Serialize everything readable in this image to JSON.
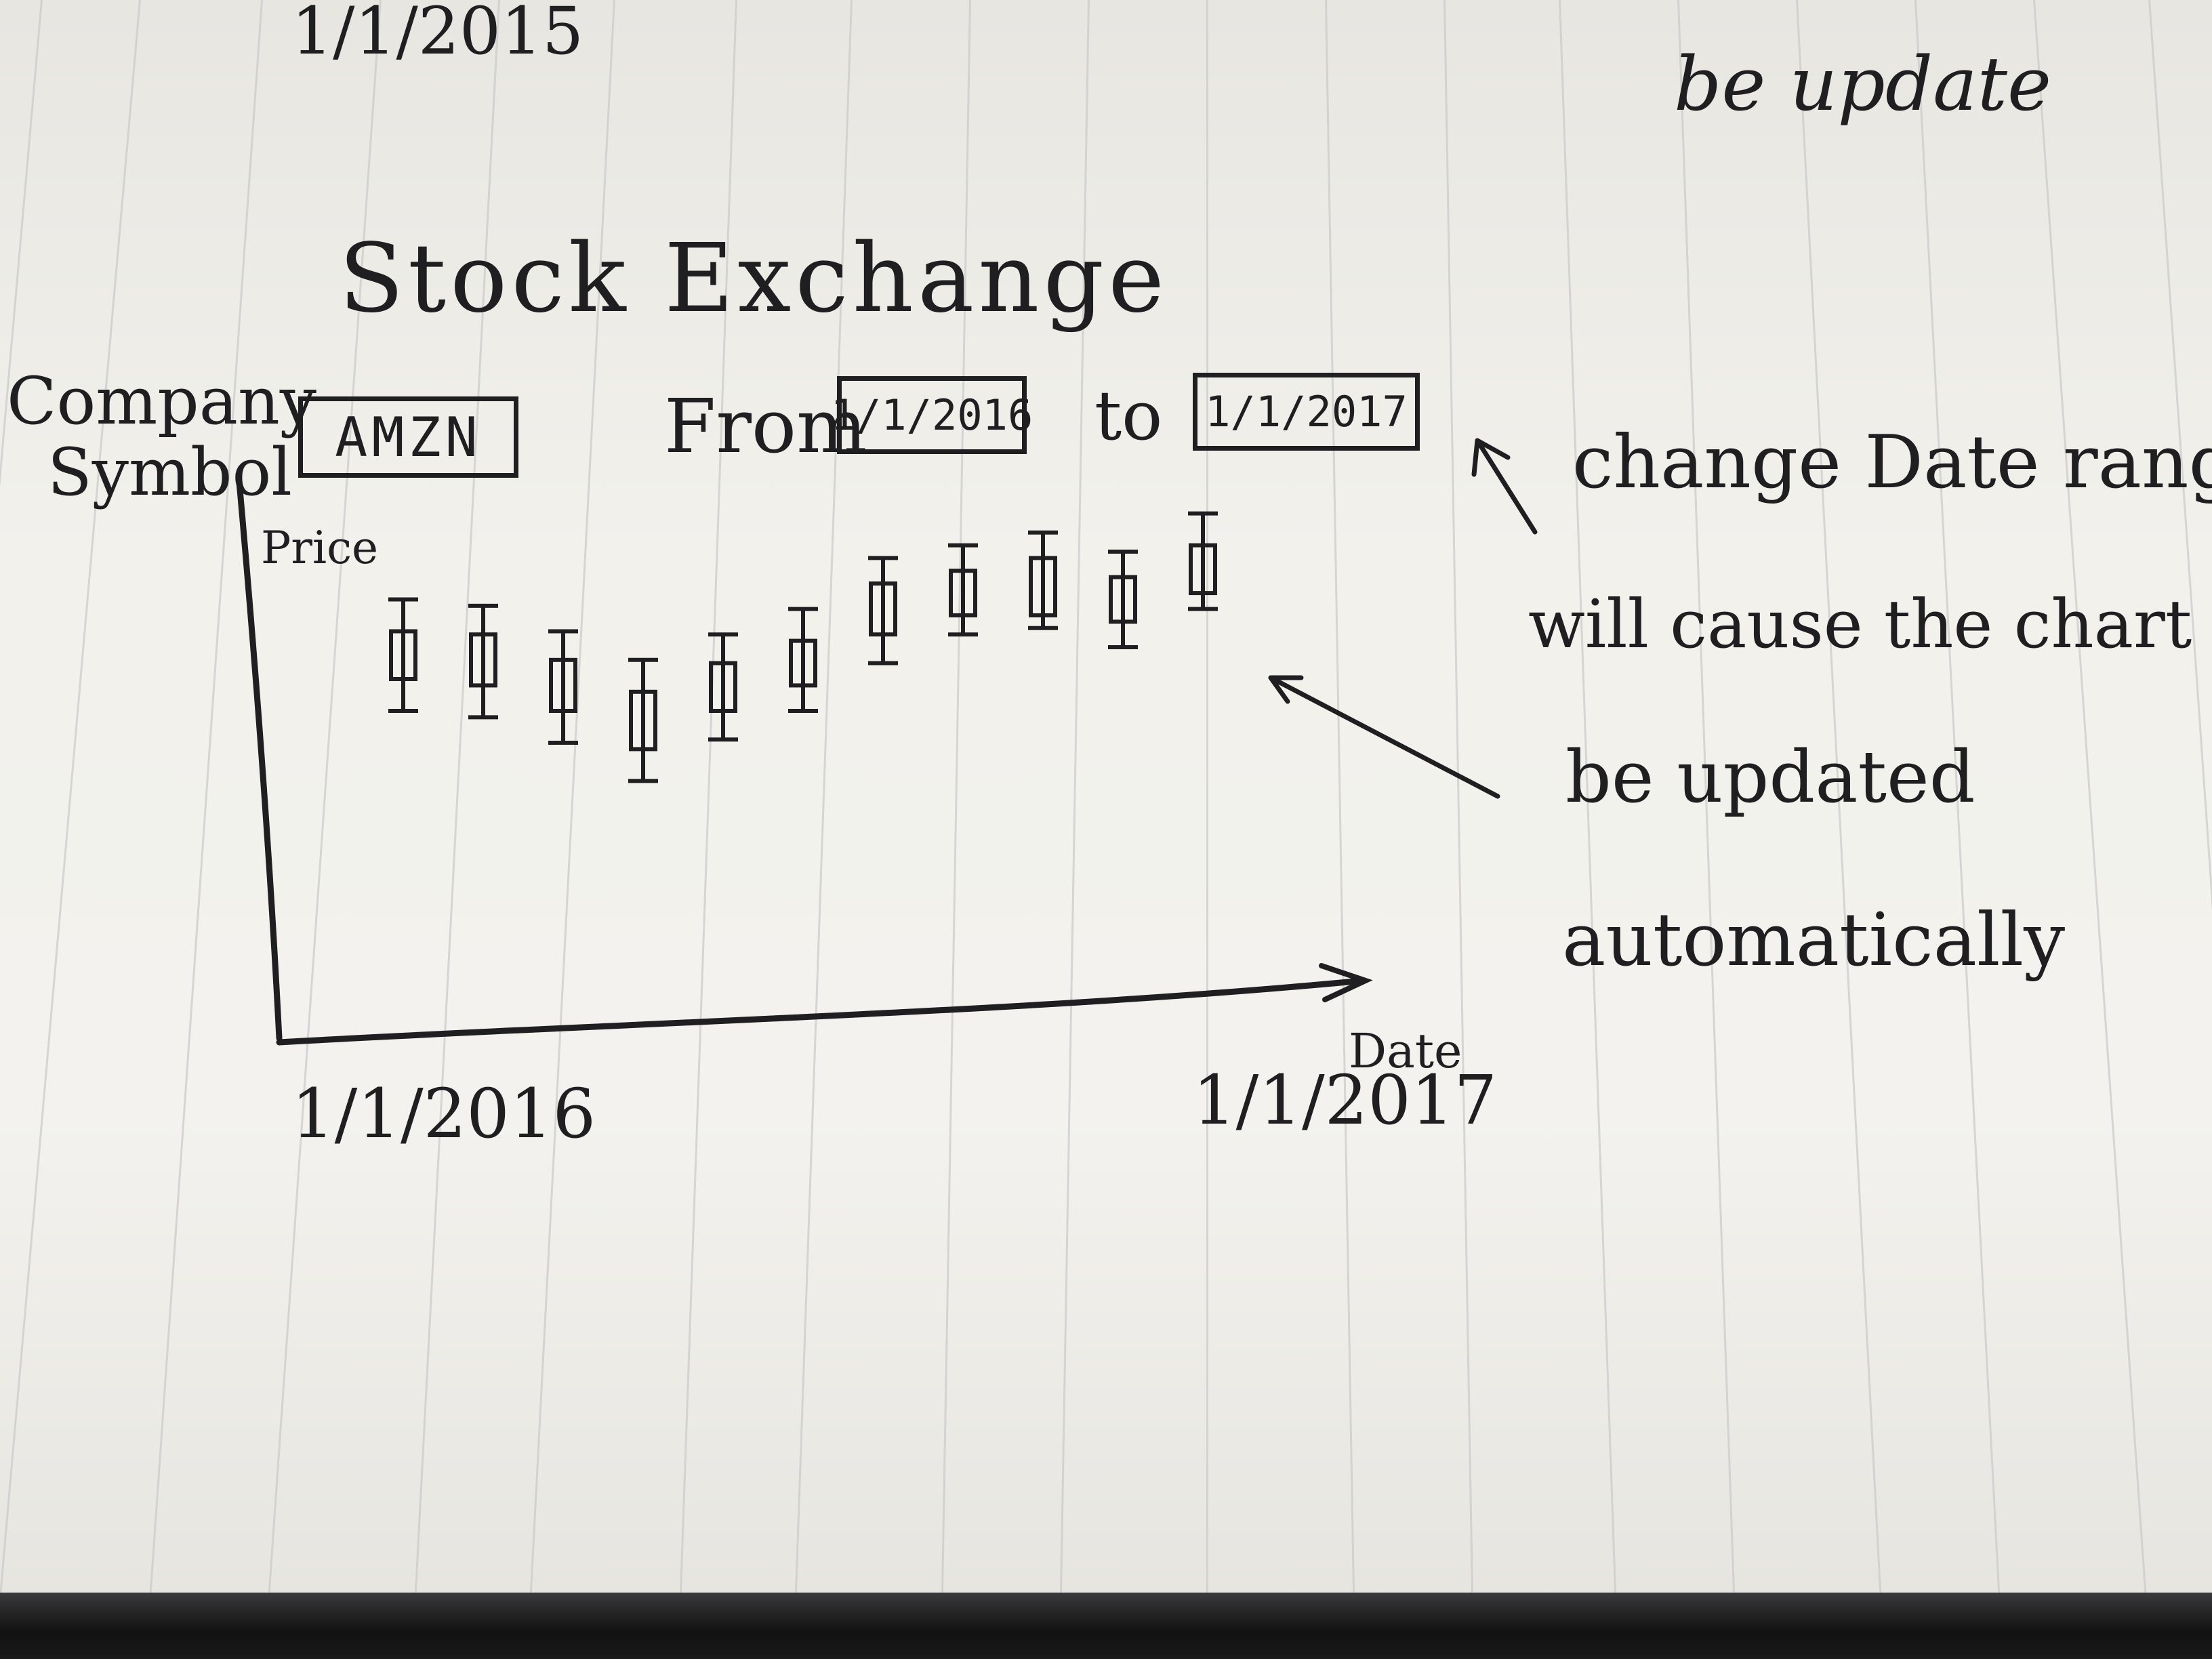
{
  "header_fragments": {
    "top_left_date": "1/1/2015",
    "top_right_note": "be update"
  },
  "app": {
    "title": "Stock Exchange"
  },
  "controls": {
    "company_symbol_label_line1": "Company",
    "company_symbol_label_line2": "Symbol",
    "company_symbol_value": "AMZN",
    "from_label": "From",
    "from_date": "1/1/2016",
    "to_label": "to",
    "to_date": "1/1/2017"
  },
  "annotations": {
    "date_range_note": "change Date range",
    "chart_note_line1": "will cause the chart",
    "chart_note_line2": "be updated",
    "chart_note_line3": "automatically"
  },
  "chart_data": {
    "type": "candlestick",
    "title": "",
    "ylabel": "Price",
    "xlabel": "Date",
    "x_start_label": "1/1/2016",
    "x_end_label": "1/1/2017",
    "grid": false,
    "candles": [
      {
        "open": 4.0,
        "close": 5.5,
        "high": 6.5,
        "low": 3.0
      },
      {
        "open": 3.8,
        "close": 5.4,
        "high": 6.3,
        "low": 2.8
      },
      {
        "open": 3.0,
        "close": 4.6,
        "high": 5.5,
        "low": 2.0
      },
      {
        "open": 1.8,
        "close": 3.6,
        "high": 4.6,
        "low": 0.8
      },
      {
        "open": 3.0,
        "close": 4.5,
        "high": 5.4,
        "low": 2.1
      },
      {
        "open": 3.8,
        "close": 5.2,
        "high": 6.2,
        "low": 3.0
      },
      {
        "open": 5.4,
        "close": 7.0,
        "high": 7.8,
        "low": 4.5
      },
      {
        "open": 6.0,
        "close": 7.4,
        "high": 8.2,
        "low": 5.4
      },
      {
        "open": 6.0,
        "close": 7.8,
        "high": 8.6,
        "low": 5.6
      },
      {
        "open": 5.8,
        "close": 7.2,
        "high": 8.0,
        "low": 5.0
      },
      {
        "open": 6.7,
        "close": 8.2,
        "high": 9.2,
        "low": 6.2
      }
    ],
    "ylim": [
      0,
      10
    ]
  },
  "colors": {
    "ink": "#1f1f22",
    "paper": "#f2f1ec",
    "rule_lines": "#c9c9c9"
  }
}
